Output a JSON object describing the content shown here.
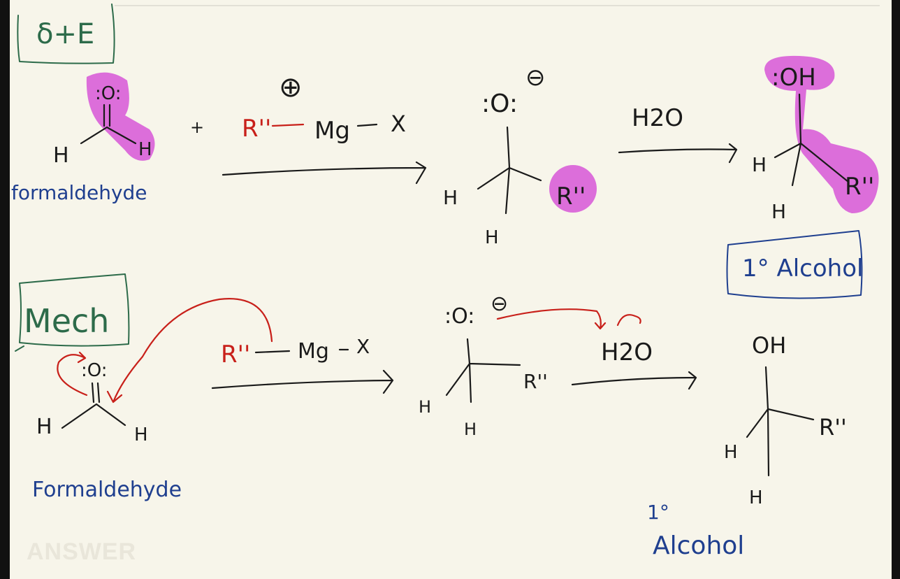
{
  "top": {
    "box_label": "δ+E",
    "reactant_O": ":O:",
    "reactant_H_left": "H",
    "reactant_H_right": "H",
    "reactant_name": "formaldehyde",
    "plus": "+",
    "charge_plus": "⊕",
    "reagent_R": "R''",
    "reagent_Mg": "Mg",
    "reagent_X": "X",
    "intermediate_O": ":O:",
    "intermediate_charge": "⊖",
    "intermediate_H1": "H",
    "intermediate_H2": "H",
    "intermediate_R": "R''",
    "reagent2": "H2O",
    "product_OH": ":OH",
    "product_H1": "H",
    "product_H2": "H",
    "product_R": "R''",
    "product_label": "1° Alcohol"
  },
  "mech": {
    "box_label": "Mech",
    "reactant_O": ":O:",
    "reactant_H_left": "H",
    "reactant_H_right": "H",
    "reactant_name": "Formaldehyde",
    "reagent_R": "R''",
    "reagent_Mg": "Mg",
    "reagent_X": "X",
    "intermediate_O": ":O:",
    "intermediate_charge": "⊖",
    "intermediate_H1": "H",
    "intermediate_H2": "H",
    "intermediate_R": "R''",
    "reagent2": "H2O",
    "product_OH": "OH",
    "product_H1": "H",
    "product_H2": "H",
    "product_R": "R''",
    "product_label_num": "1°",
    "product_label": "Alcohol"
  },
  "watermark": "ANSWER"
}
